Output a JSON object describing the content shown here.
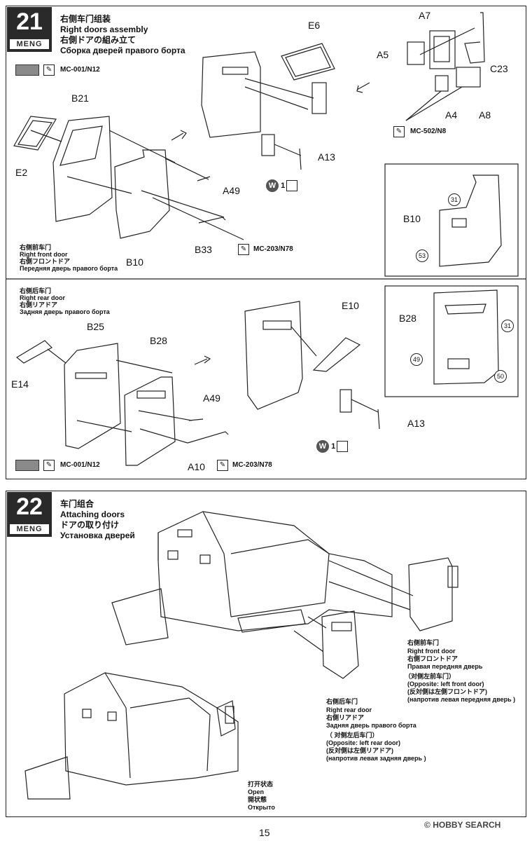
{
  "step21": {
    "number": "21",
    "brand": "MENG",
    "title_zh": "右侧车门组装",
    "title_en": "Right doors assembly",
    "title_jp": "右側ドアの組み立て",
    "title_ru": "Сборка дверей правого борта",
    "paint_top": "MC-001/N12",
    "paint_parts": "MC-502/N8",
    "paint_front": "MC-203/N78",
    "paint_rear_1": "MC-001/N12",
    "paint_rear_2": "MC-203/N78",
    "front_zh": "右侧前车门",
    "front_en": "Right front door",
    "front_jp": "右側フロントドア",
    "front_ru": "Передняя дверь правого борта",
    "rear_zh": "右侧后车门",
    "rear_en": "Right rear door",
    "rear_jp": "右側リアドア",
    "rear_ru": "Задняя дверь правого борта",
    "w_qty": "1",
    "parts": {
      "E6": "E6",
      "A7": "A7",
      "A5": "A5",
      "C23": "C23",
      "A4": "A4",
      "A8": "A8",
      "B21": "B21",
      "E2": "E2",
      "A13": "A13",
      "A49": "A49",
      "B33": "B33",
      "B10": "B10",
      "B10b": "B10",
      "n31": "31",
      "n53": "53",
      "E10": "E10",
      "B25": "B25",
      "B28": "B28",
      "E14": "E14",
      "A49b": "A49",
      "A13b": "A13",
      "A10": "A10",
      "B28b": "B28",
      "n31b": "31",
      "n49": "49",
      "n50": "50"
    }
  },
  "step22": {
    "number": "22",
    "brand": "MENG",
    "title_zh": "车门组合",
    "title_en": "Attaching doors",
    "title_jp": "ドアの取り付け",
    "title_ru": "Установка дверей",
    "front_zh": "右侧前车门",
    "front_en": "Right front door",
    "front_jp": "右側フロントドア",
    "front_ru": "Правая передняя дверь",
    "front_opp_zh": "（对侧左前车门）",
    "front_opp_en": "(Opposite: left front door)",
    "front_opp_jp": "(反対側は左側フロントドア)",
    "front_opp_ru": "(напротив левая передняя дверь )",
    "rear_zh": "右侧后车门",
    "rear_en": "Right rear door",
    "rear_jp": "右側リアドア",
    "rear_ru": "Задняя дверь правого борта",
    "rear_opp_zh": "（ 对侧左后车门）",
    "rear_opp_en": "(Opposite: left rear door)",
    "rear_opp_jp": "(反対側は左側リアドア)",
    "rear_opp_ru": "(напротив левая задняя дверь )",
    "open_zh": "打开状态",
    "open_en": "Open",
    "open_jp": "開状態",
    "open_ru": "Открыто"
  },
  "footer": {
    "page": "15",
    "watermark": "HOBBY SEARCH",
    "watermark_prefix": "©"
  },
  "colors": {
    "step_bg": "#2a2a2a",
    "swatch_grey": "#8a8a8a",
    "line": "#222222"
  }
}
